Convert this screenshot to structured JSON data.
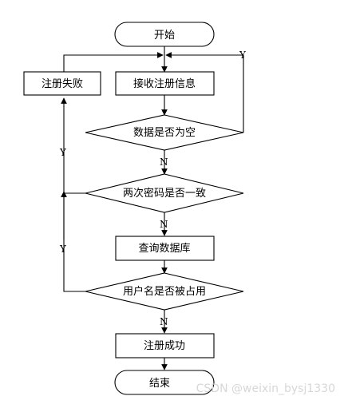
{
  "nodes": {
    "start": "开始",
    "receive": "接收注册信息",
    "empty_check": "数据是否为空",
    "pwd_check": "两次密码是否一致",
    "query_db": "查询数据库",
    "name_check": "用户名是否被占用",
    "success": "注册成功",
    "fail": "注册失败",
    "end": "结束"
  },
  "edge_labels": {
    "empty_yes": "Y",
    "empty_no": "N",
    "pwd_yes": "Y",
    "pwd_no": "N",
    "name_yes": "Y",
    "name_no": "N"
  },
  "watermark": "CSDN @weixin_bysj1330",
  "colors": {
    "stroke": "#000000",
    "fill": "#ffffff",
    "watermark": "#d7d7d7"
  }
}
